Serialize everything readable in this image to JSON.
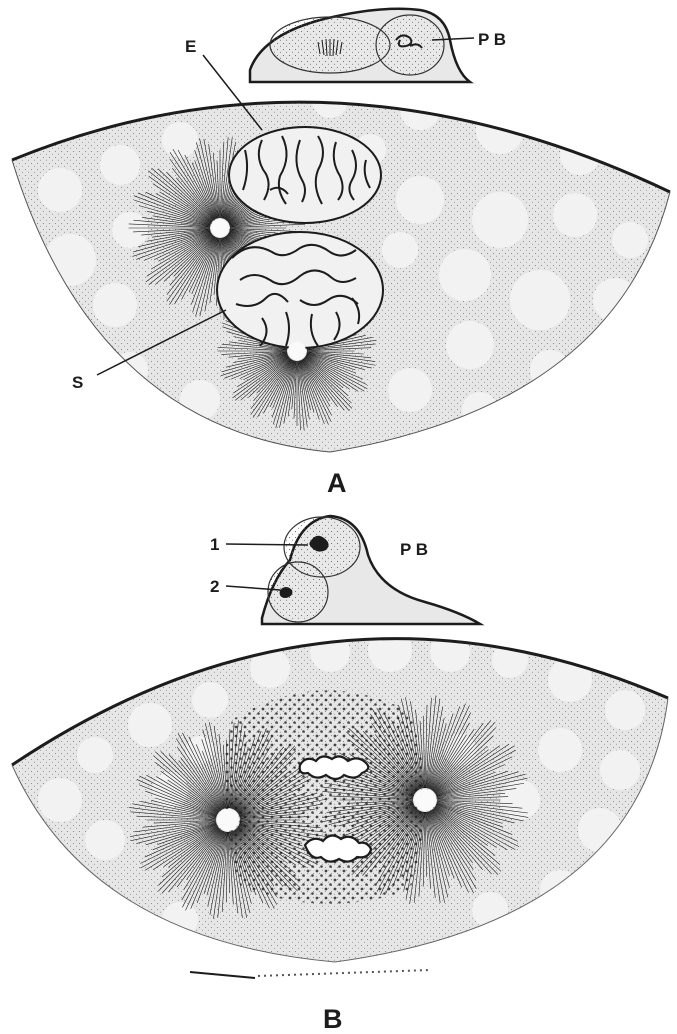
{
  "panel_a": {
    "letter": "A",
    "labels": {
      "egg_nucleus": "E",
      "sperm_nucleus": "S",
      "polar_body": "P B"
    }
  },
  "panel_b": {
    "letter": "B",
    "labels": {
      "polar_body_1": "1",
      "polar_body_2": "2",
      "polar_body": "P B"
    }
  },
  "colors": {
    "ink": "#1c1c1c",
    "cytoplasm": "#e6e6e6",
    "yolk_droplet": "#f2f2f2",
    "background": "#ffffff"
  }
}
